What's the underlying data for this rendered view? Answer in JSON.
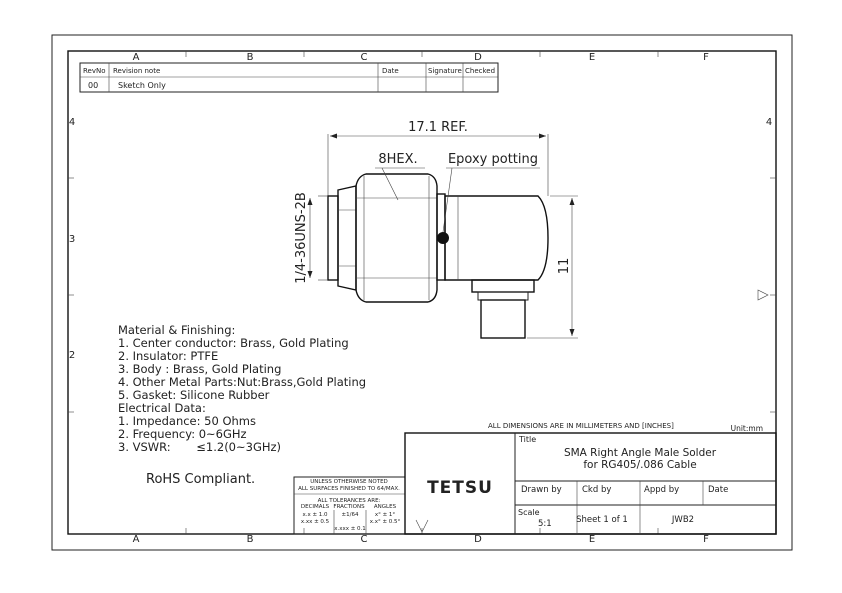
{
  "border": {
    "columns": [
      "A",
      "B",
      "C",
      "D",
      "E",
      "F"
    ],
    "rows": [
      "4",
      "3",
      "2"
    ]
  },
  "revision_table": {
    "headers": {
      "rev": "RevNo",
      "note": "Revision note",
      "date": "Date",
      "signature": "Signature",
      "checked": "Checked"
    },
    "rows": [
      {
        "rev": "00",
        "note": "Sketch Only",
        "date": "",
        "signature": "",
        "checked": ""
      }
    ]
  },
  "drawing": {
    "dim_length": "17.1 REF.",
    "hex_label": "8HEX.",
    "potting_label": "Epoxy potting",
    "thread_label": "1/4-36UNS-2B",
    "dim_height": "11"
  },
  "notes": {
    "lines": [
      "Material & Finishing:",
      "1. Center conductor: Brass, Gold Plating",
      "2. Insulator: PTFE",
      "3. Body : Brass, Gold Plating",
      "4. Other Metal Parts:Nut:Brass,Gold Plating",
      "5. Gasket: Silicone Rubber",
      "Electrical Data:",
      "1. Impedance: 50 Ohms",
      "2. Frequency: 0~6GHz",
      "3. VSWR:       ≤1.2(0~3GHz)"
    ],
    "rohs": "RoHS Compliant."
  },
  "tolerance_block": {
    "line1": "UNLESS OTHERWISE NOTED",
    "line2": "ALL SURFACES FINISHED TO 64/MAX.",
    "line3": "ALL TOLERANCES ARE:",
    "col_decimals": "DECIMALS",
    "col_fractions": "FRACTIONS",
    "col_angles": "ANGLES",
    "dec1": "x.x ± 1.0",
    "dec2": "x.xx ± 0.5",
    "dec3": "x.xxx ± 0.1",
    "frac": "±1/64",
    "ang1": "x° ± 1°",
    "ang2": "x.x° ± 0.5°"
  },
  "title_block": {
    "dims_note": "ALL DIMENSIONS ARE IN MILLIMETERS AND [INCHES]",
    "unit": "Unit:mm",
    "title_label": "Title",
    "title_line1": "SMA Right Angle Male Solder",
    "title_line2": "for RG405/.086 Cable",
    "company": "TETSU",
    "drawn_by": "Drawn by",
    "ckd_by": "Ckd by",
    "appd_by": "Appd by",
    "date": "Date",
    "scale_label": "Scale",
    "scale_value": "5:1",
    "sheet": "Sheet 1 of 1",
    "part": "JWB2"
  }
}
